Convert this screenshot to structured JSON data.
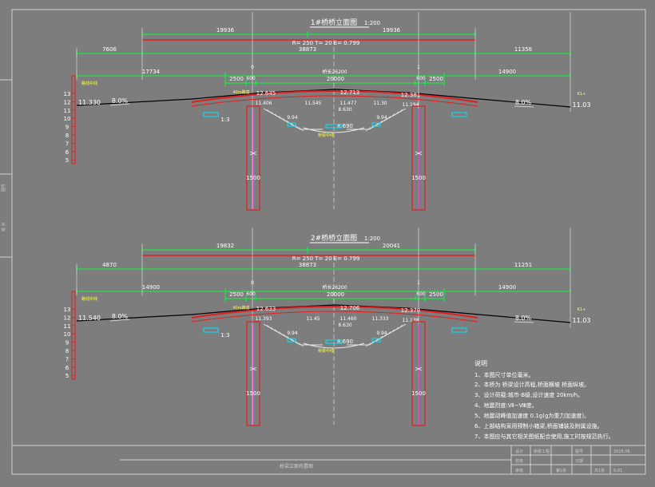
{
  "colors": {
    "background": "#7d7d7d",
    "frame": "#cfcfcf",
    "dimension": "#00ff3c",
    "outline": "#e8e8e8",
    "structure": "#e02020",
    "pier": "#ff3cff",
    "accent": "#00e5ff",
    "label": "#ffff40",
    "text": "#ffffff",
    "elevation": "#000000"
  },
  "sections": [
    {
      "title": "1#桥桥立面图",
      "scale": "1:200",
      "dims_top": [
        "19936",
        "19936"
      ],
      "curve_params": "R= 250  T= 20  E= 0.799",
      "dims_row2": [
        "7606",
        "38873",
        "11356"
      ],
      "dims_row3": [
        "17734",
        "桥长26200",
        "14900"
      ],
      "dims_row4": [
        "2500",
        "600",
        "20000",
        "600",
        "2500"
      ],
      "elevations": [
        "11.330",
        "12.645",
        "12.713",
        "12.381",
        "11.03",
        "11.406",
        "11.545",
        "11.477",
        "11.30",
        "11.194",
        "9.94",
        "8.630",
        "9.94",
        "8.690"
      ],
      "slopes": [
        "8.0%",
        "8.0%"
      ],
      "level_ticks": [
        "13",
        "12",
        "11",
        "10",
        "9",
        "8",
        "7",
        "6",
        "5"
      ],
      "pier_labels": [
        "1500",
        "1500"
      ],
      "misc_labels": [
        "40m路基",
        "1:3",
        "路线中线",
        "桥梁中线",
        "0",
        "1",
        "K1+"
      ]
    },
    {
      "title": "2#桥桥立面图",
      "scale": "1:200",
      "dims_top": [
        "19832",
        "20041"
      ],
      "curve_params": "R= 250  T= 20  E= 0.799",
      "dims_row2": [
        "4870",
        "38873",
        "11251"
      ],
      "dims_row3": [
        "14900",
        "桥长26200",
        "14900"
      ],
      "dims_row4": [
        "2500",
        "600",
        "20000",
        "600",
        "2500"
      ],
      "elevations": [
        "11.540",
        "12.633",
        "12.706",
        "12.378",
        "11.03",
        "11.393",
        "11.45",
        "11.460",
        "11.333",
        "11.138",
        "9.94",
        "8.630",
        "9.94",
        "8.690"
      ],
      "slopes": [
        "8.0%",
        "8.0%"
      ],
      "level_ticks": [
        "13",
        "12",
        "11",
        "10",
        "9",
        "8",
        "7",
        "6",
        "5"
      ],
      "pier_labels": [
        "1500",
        "1500"
      ],
      "misc_labels": [
        "40m路基",
        "1:3",
        "路线中线",
        "桥梁中线",
        "0",
        "1",
        "K1+"
      ]
    }
  ],
  "notes": {
    "title": "说明",
    "items": [
      "1、本图尺寸单位毫米。",
      "2、本桥为 桥梁设计高程,桥面横坡 桥面纵坡。",
      "3、设计荷载:城市-B级,设计速度 20km/h。",
      "4、地震烈度:Ⅶ~Ⅷ度。",
      "5、地震动峰值加速度 0.1g(g为重力加速度)。",
      "6、上部结构采用预制小箱梁,桥面铺装及附属设施。",
      "7、本图应与其它相关图纸配合使用,施工时按规范执行。"
    ]
  },
  "title_block": {
    "drawing_name": "桥梁立面布置图",
    "cells": [
      "设计",
      "校核",
      "审核",
      "桥梁工程",
      "图号",
      "日期",
      "S-01",
      "2016.06",
      "第1张",
      "共1张"
    ]
  },
  "margin_labels": [
    "图号",
    "校 对"
  ]
}
